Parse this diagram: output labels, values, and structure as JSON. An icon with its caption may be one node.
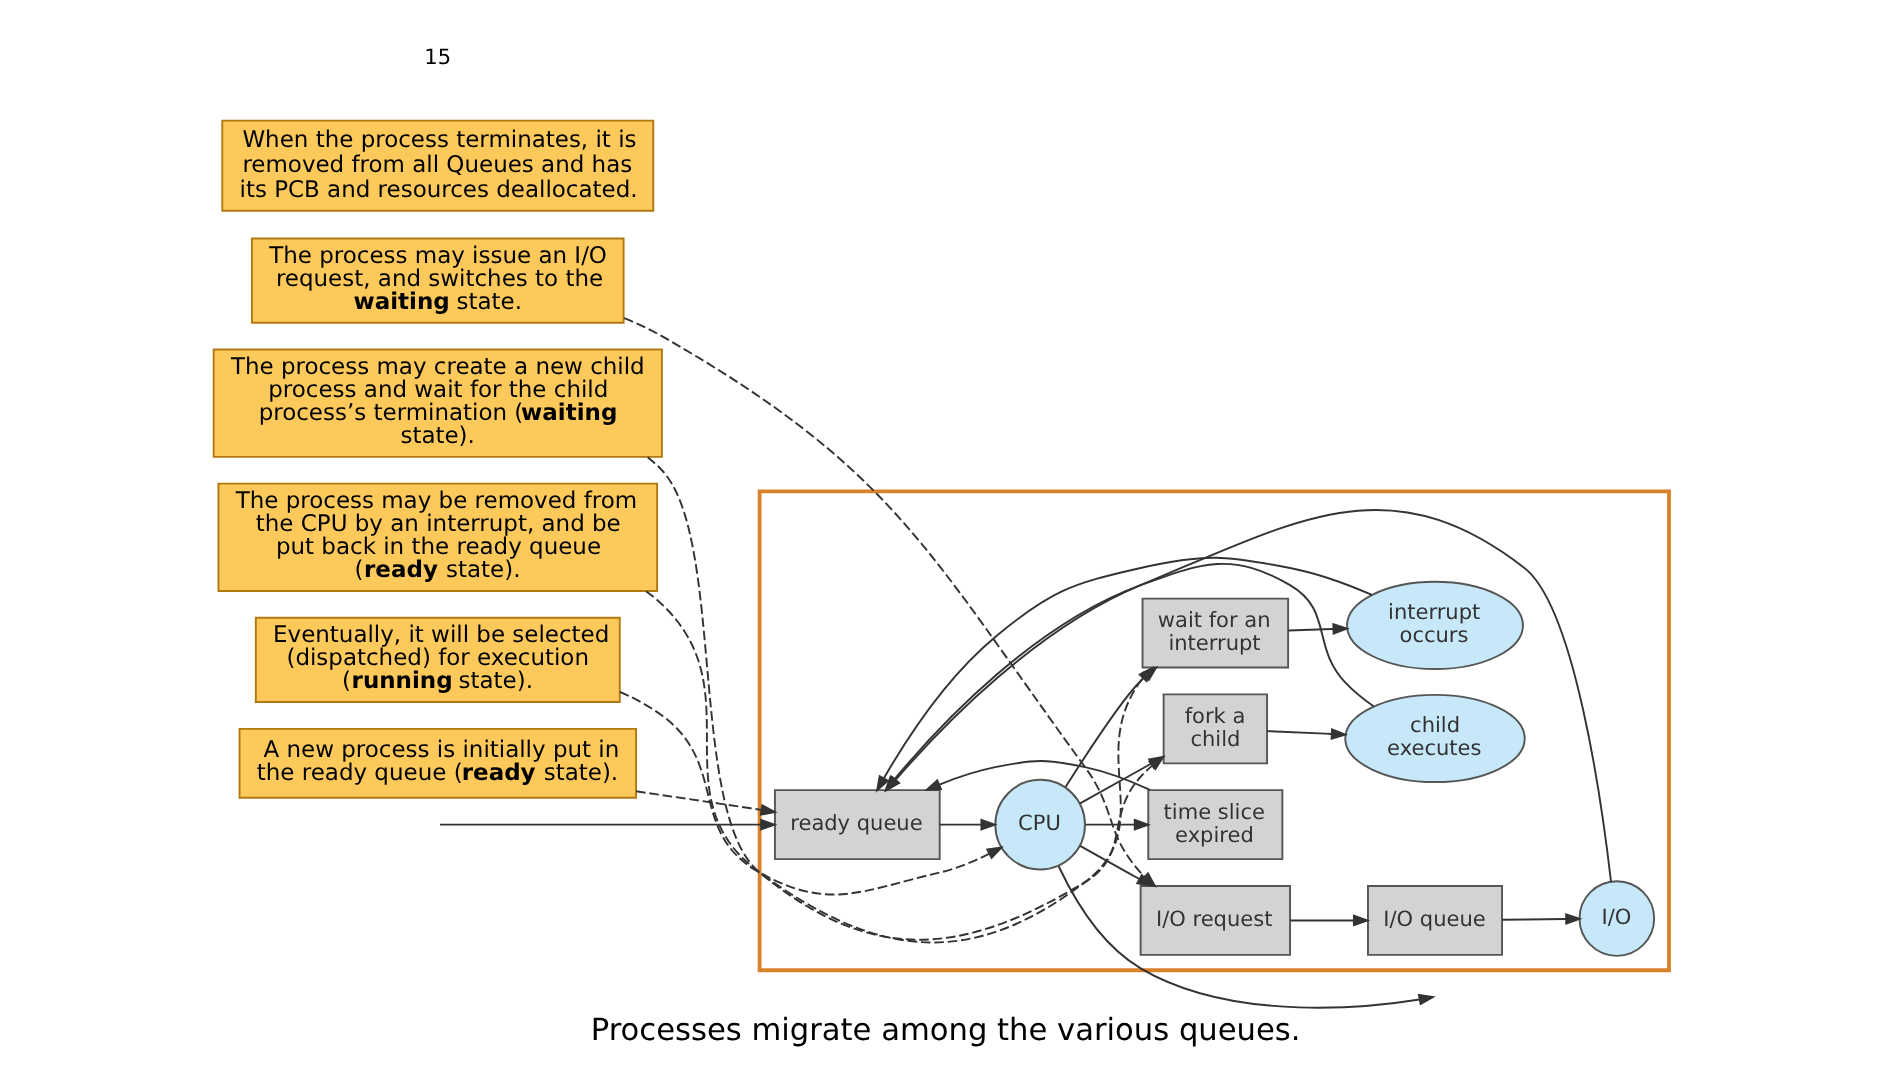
{
  "diagram": {
    "caption": "Processes migrate among the various queues.",
    "nodes": [
      {
        "text": [],
        "shape": "box"
      },
      {
        "text": [
          "ready queue"
        ],
        "in": 0
      },
      {
        "text": [
          "CPU"
        ],
        "in": 0
      },
      {
        "text": [
          "I/O"
        ],
        "in": 0
      },
      {
        "text": [
          "I/O queue"
        ],
        "in": 0
      },
      {
        "text": [
          "I/O request"
        ],
        "in": 0
      },
      {
        "text": [
          "time slice expired"
        ],
        "in": 0
      },
      {
        "text": [
          "child executes"
        ],
        "in": 0
      },
      {
        "text": [
          "fork a child"
        ],
        "in": 0
      },
      {
        "text": [
          "interrupt occurs"
        ],
        "in": 0
      },
      {
        "text": [
          "wait for an interrupt"
        ],
        "in": 0
      },
      {
        "text": [
          "A new process is initially put in the ready queue (**ready** state)."
        ]
      },
      {
        "text": [
          "Eventually, it will be selected (dispatched) for execution (**running** state)."
        ]
      },
      {
        "text": [
          "The process may issue an I/O request, and switches to the **waiting** state."
        ]
      },
      {
        "text": [
          "The process may create a new child process and wait for the child process’s termination (**waiting** state)."
        ]
      },
      {
        "text": [
          "The process may be removed from the CPU by an interrupt, and be put back in the ready queue (**ready** state)."
        ]
      },
      {
        "text": [
          "When the process terminates, it is removed from all Queues and has its PCB and resources deallocated."
        ]
      }
    ],
    "edges": [
      {
        "from": null,
        "to": 1,
        "arrow": "to"
      },
      {
        "from": 1,
        "to": 2,
        "arrow": "to"
      },
      {
        "from": 2,
        "to": null,
        "arrow": "to"
      },
      {
        "from": 2,
        "to": 5,
        "arrow": "to"
      },
      {
        "from": 2,
        "to": 6,
        "arrow": "to"
      },
      {
        "from": 2,
        "to": 8,
        "arrow": "to"
      },
      {
        "from": 2,
        "to": 10,
        "arrow": "to"
      },
      {
        "from": 5,
        "to": 4,
        "arrow": "to"
      },
      {
        "from": 4,
        "to": 3,
        "arrow": "to"
      },
      {
        "from": 8,
        "to": 7,
        "arrow": "to"
      },
      {
        "from": 10,
        "to": 9,
        "arrow": "to"
      },
      {
        "from": 3,
        "to": 1,
        "arrow": "to"
      },
      {
        "from": 6,
        "to": 1,
        "arrow": "to"
      },
      {
        "from": 7,
        "to": 1,
        "arrow": "to"
      },
      {
        "from": 9,
        "to": 1,
        "arrow": "to"
      },
      {
        "from": 11,
        "to": 1,
        "arrow": "to",
        "style": "dashed"
      },
      {
        "from": 12,
        "to": 2,
        "arrow": "to",
        "style": "dashed"
      },
      {
        "from": 13,
        "to": 5,
        "arrow": "to",
        "style": "dashed"
      },
      {
        "from": 14,
        "to": 8,
        "arrow": "to",
        "style": "dashed"
      },
      {
        "from": 15,
        "to": 10,
        "arrow": "to",
        "style": "dashed"
      }
    ],
    "labels": [
      "15"
    ]
  }
}
